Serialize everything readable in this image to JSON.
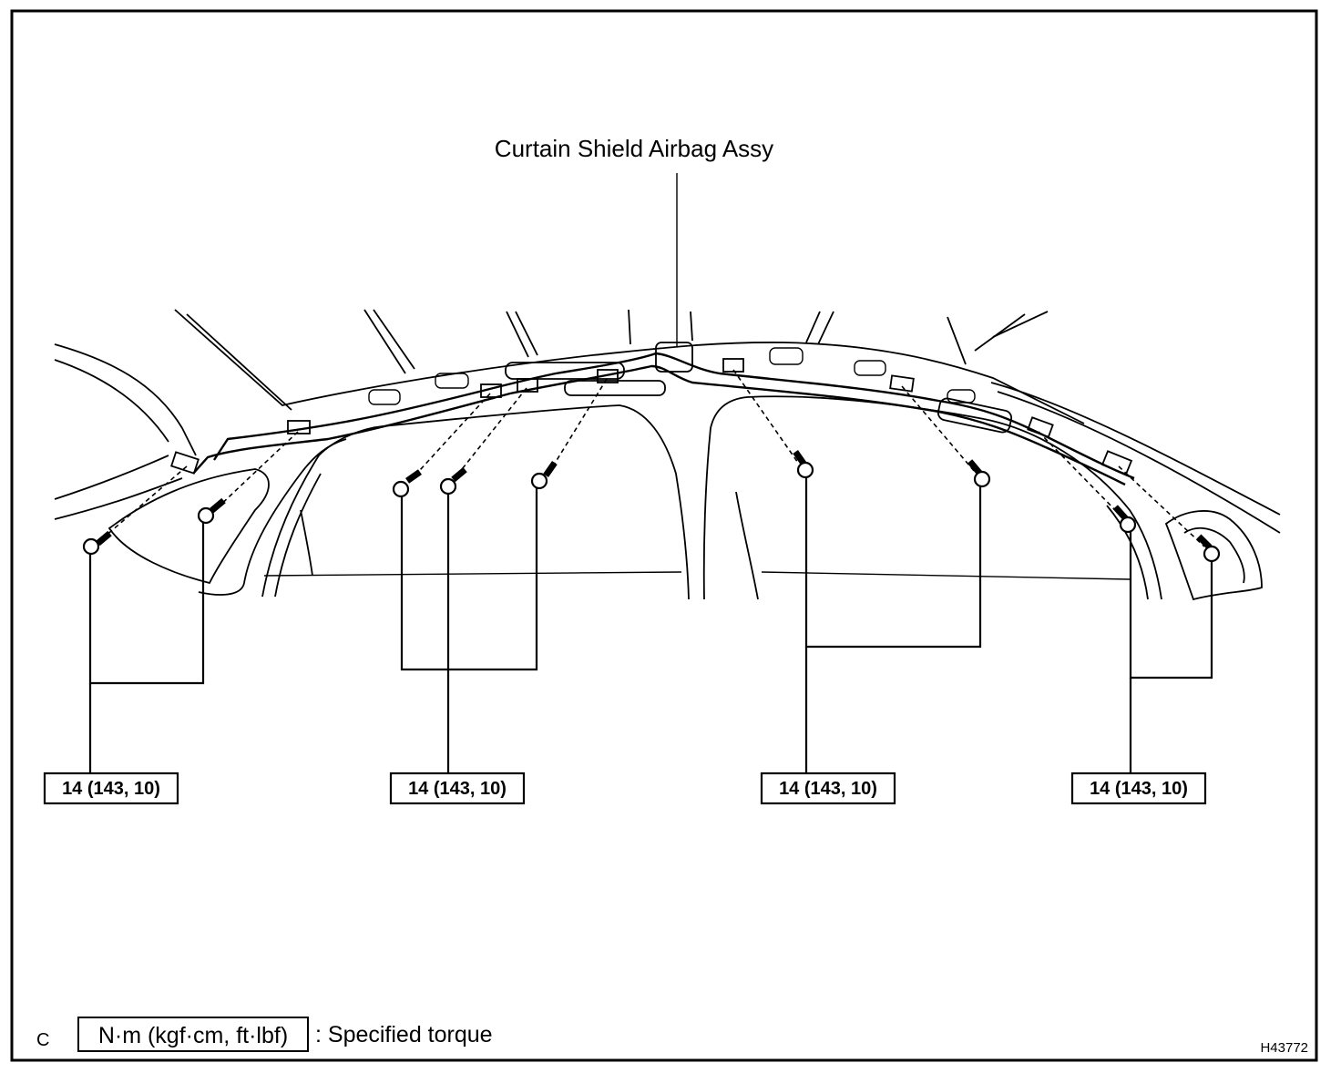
{
  "diagram": {
    "part_label": "Curtain Shield Airbag Assy",
    "torque_labels": [
      "14 (143, 10)",
      "14 (143, 10)",
      "14 (143, 10)",
      "14 (143, 10)"
    ],
    "legend": {
      "corner_letter": "C",
      "unit_box": "N·m (kgf·cm, ft·lbf)",
      "description": ": Specified torque"
    },
    "figure_id": "H43772"
  }
}
